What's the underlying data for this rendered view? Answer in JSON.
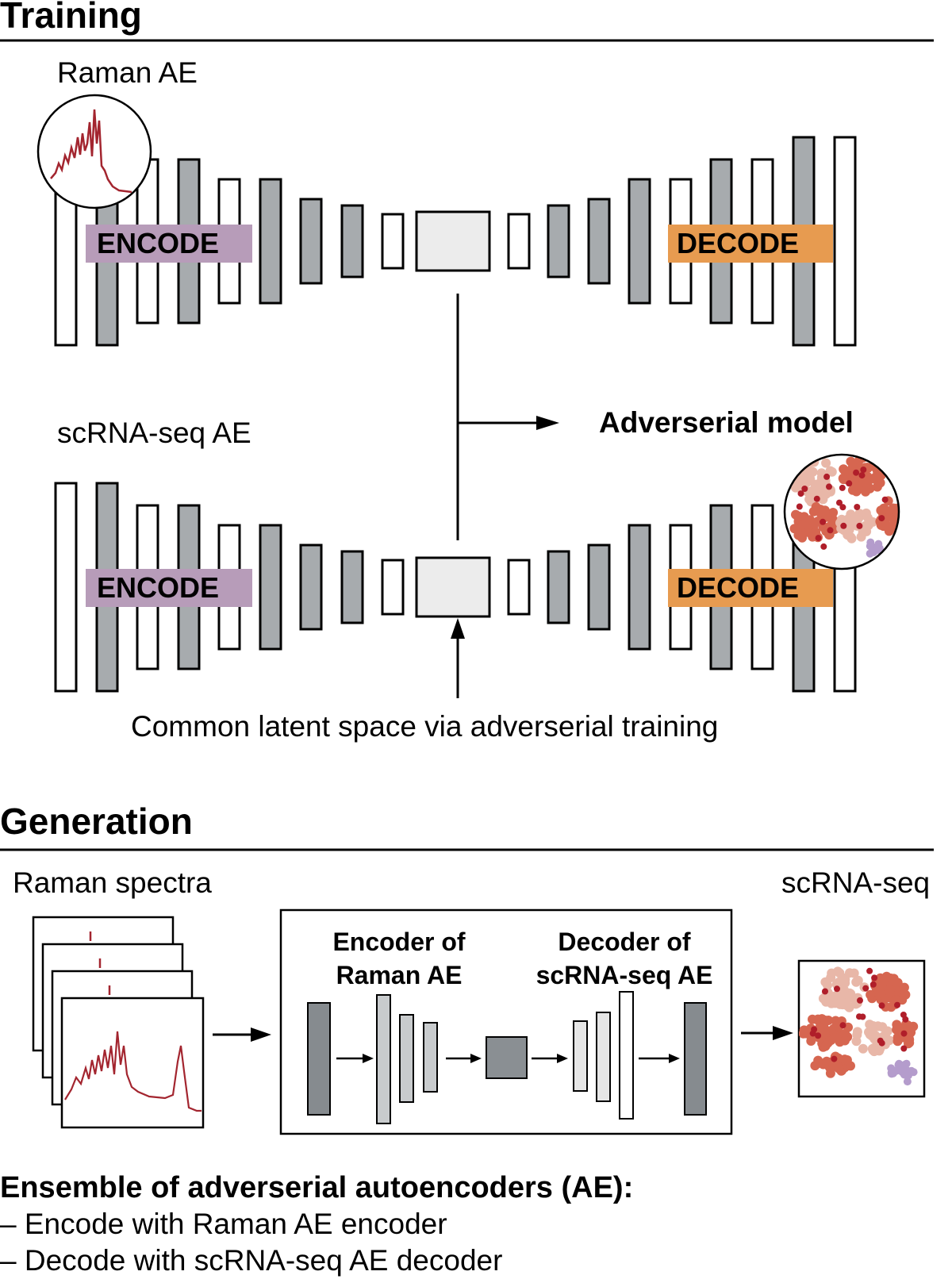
{
  "training": {
    "title": "Training",
    "raman_ae_label": "Raman AE",
    "scrna_ae_label": "scRNA-seq AE",
    "encode_label": "ENCODE",
    "decode_label": "DECODE",
    "adversarial_label": "Adverserial model",
    "latent_caption": "Common latent space via adverserial training"
  },
  "generation": {
    "title": "Generation",
    "raman_spectra_label": "Raman spectra",
    "scrna_label": "scRNA-seq",
    "encoder_label_1": "Encoder of",
    "encoder_label_2": "Raman AE",
    "decoder_label_1": "Decoder of",
    "decoder_label_2": "scRNA-seq AE"
  },
  "summary": {
    "heading": "Ensemble of adverserial autoencoders (AE):",
    "line1": "– Encode with Raman AE encoder",
    "line2": "– Decode with scRNA-seq AE decoder"
  },
  "colors": {
    "encode_tag": "#B79CB9",
    "decode_tag": "#E79B50",
    "gray_layer": "#A7ABAE",
    "latent_fill": "#ECECEC",
    "spectrum": "#A3252F",
    "cluster_dark": "#B01E2A",
    "cluster_mid": "#D66650",
    "cluster_light": "#E8B7A8",
    "cluster_purple": "#B49CCC"
  }
}
